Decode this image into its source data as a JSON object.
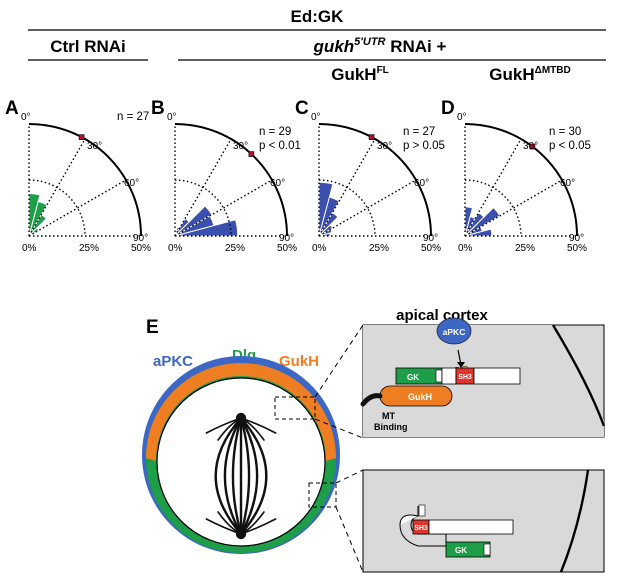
{
  "header": {
    "top_label": "Ed:GK",
    "ctrl_label": "Ctrl RNAi",
    "gukh_label_main": "gukh",
    "gukh_label_sup": "5'UTR",
    "gukh_label_rest": " RNAi +",
    "fl_main": "GukH",
    "fl_sup": "FL",
    "mtbd_main": "GukH",
    "mtbd_sup": "ΔMTBD"
  },
  "axis": {
    "angle_labels": [
      "0°",
      "30°",
      "60°",
      "90°"
    ],
    "radial_labels": [
      "0%",
      "25%",
      "50%"
    ]
  },
  "colors": {
    "green": "#1e9e48",
    "blue": "#3a4fae",
    "orange": "#ef7d22",
    "red_marker": "#b0102a",
    "aPKC_blue": "#3d67c4",
    "sh3_red": "#e0342c",
    "gray_box": "#d9d9d9"
  },
  "chart_data": [
    {
      "type": "polar-bar",
      "panel": "A",
      "stat_n": "n = 27",
      "stat_p": "",
      "color": "green",
      "bin_width_deg": 15,
      "angles_deg": [
        0,
        15,
        30,
        45,
        60,
        75
      ],
      "values_pct": [
        19,
        16,
        11,
        5,
        0,
        0
      ],
      "marker_deg": 28,
      "rlim": [
        0,
        50
      ]
    },
    {
      "type": "polar-bar",
      "panel": "B",
      "stat_n": "n = 29",
      "stat_p": "p < 0.01",
      "color": "blue",
      "bin_width_deg": 15,
      "angles_deg": [
        0,
        15,
        30,
        45,
        60,
        75
      ],
      "values_pct": [
        0,
        4,
        9,
        19,
        18,
        28
      ],
      "marker_deg": 43,
      "rlim": [
        0,
        50
      ]
    },
    {
      "type": "polar-bar",
      "panel": "C",
      "stat_n": "n = 27",
      "stat_p": "p > 0.05",
      "color": "blue",
      "bin_width_deg": 15,
      "angles_deg": [
        0,
        15,
        30,
        45,
        60,
        75
      ],
      "values_pct": [
        24,
        18,
        12,
        7,
        6,
        5
      ],
      "marker_deg": 28,
      "rlim": [
        0,
        50
      ]
    },
    {
      "type": "polar-bar",
      "panel": "D",
      "stat_n": "n = 30",
      "stat_p": "p < 0.05",
      "color": "blue",
      "bin_width_deg": 15,
      "angles_deg": [
        0,
        15,
        30,
        45,
        60,
        75
      ],
      "values_pct": [
        13,
        9,
        12,
        18,
        8,
        12
      ],
      "marker_deg": 37,
      "rlim": [
        0,
        50
      ]
    }
  ],
  "panel_e": {
    "letter": "E",
    "label_apkc": "aPKC",
    "label_dlg": "Dlg",
    "label_gukh": "GukH",
    "inset_title": "apical cortex",
    "inset_apkc": "aPKC",
    "inset_gk": "GK",
    "inset_sh3": "SH3",
    "inset_gukh": "GukH",
    "inset_mt_line1": "MT",
    "inset_mt_line2": "Binding",
    "inset2_sh3": "SH3",
    "inset2_gk": "GK"
  }
}
